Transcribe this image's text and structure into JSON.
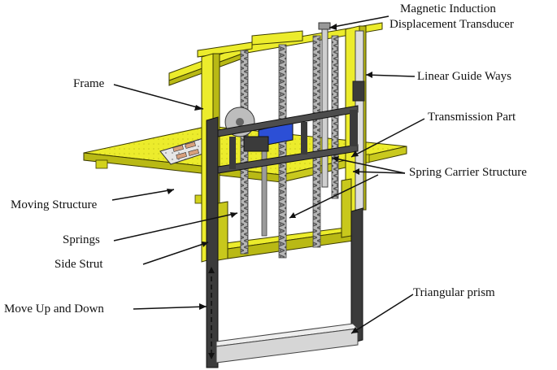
{
  "labels": {
    "transducer_line1": "Magnetic Induction",
    "transducer_line2": "Displacement Transducer",
    "linear_guide_ways": "Linear Guide Ways",
    "frame": "Frame",
    "transmission_part": "Transmission Part",
    "spring_carrier_structure": "Spring Carrier Structure",
    "moving_structure": "Moving Structure",
    "springs": "Springs",
    "side_strut": "Side Strut",
    "move_up_and_down": "Move Up and Down",
    "triangular_prism": "Triangular prism"
  },
  "colors": {
    "frame_yellow": "#ecec2c",
    "frame_yellow_shade": "#b9b915",
    "frame_outline": "#3a3a00",
    "strut_dark": "#3b3b3b",
    "spring_gray": "#a9a9a9",
    "carrier_bar": "#4d4d4d",
    "transmission_blue": "#2c4fd6",
    "prism_gray": "#d6d6d6",
    "pad_copper": "#d8a07c"
  }
}
